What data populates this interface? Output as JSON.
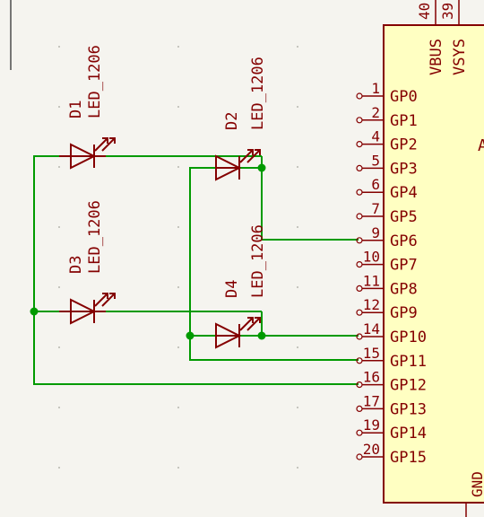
{
  "diodes": [
    {
      "ref": "D1",
      "value": "LED_1206"
    },
    {
      "ref": "D2",
      "value": "LED_1206"
    },
    {
      "ref": "D3",
      "value": "LED_1206"
    },
    {
      "ref": "D4",
      "value": "LED_1206"
    }
  ],
  "ic": {
    "top_pins": [
      {
        "number": "40",
        "name": "VBUS"
      },
      {
        "number": "39",
        "name": "VSYS"
      }
    ],
    "left_pins": [
      {
        "number": "1",
        "name": "GP0"
      },
      {
        "number": "2",
        "name": "GP1"
      },
      {
        "number": "4",
        "name": "GP2"
      },
      {
        "number": "5",
        "name": "GP3"
      },
      {
        "number": "6",
        "name": "GP4"
      },
      {
        "number": "7",
        "name": "GP5"
      },
      {
        "number": "9",
        "name": "GP6"
      },
      {
        "number": "10",
        "name": "GP7"
      },
      {
        "number": "11",
        "name": "GP8"
      },
      {
        "number": "12",
        "name": "GP9"
      },
      {
        "number": "14",
        "name": "GP10"
      },
      {
        "number": "15",
        "name": "GP11"
      },
      {
        "number": "16",
        "name": "GP12"
      },
      {
        "number": "17",
        "name": "GP13"
      },
      {
        "number": "19",
        "name": "GP14"
      },
      {
        "number": "20",
        "name": "GP15"
      }
    ],
    "bottom_label": "GND",
    "partial_letter": "A"
  },
  "colors": {
    "component": "#840000",
    "wire": "#009a00",
    "background": "#f5f4ef"
  }
}
